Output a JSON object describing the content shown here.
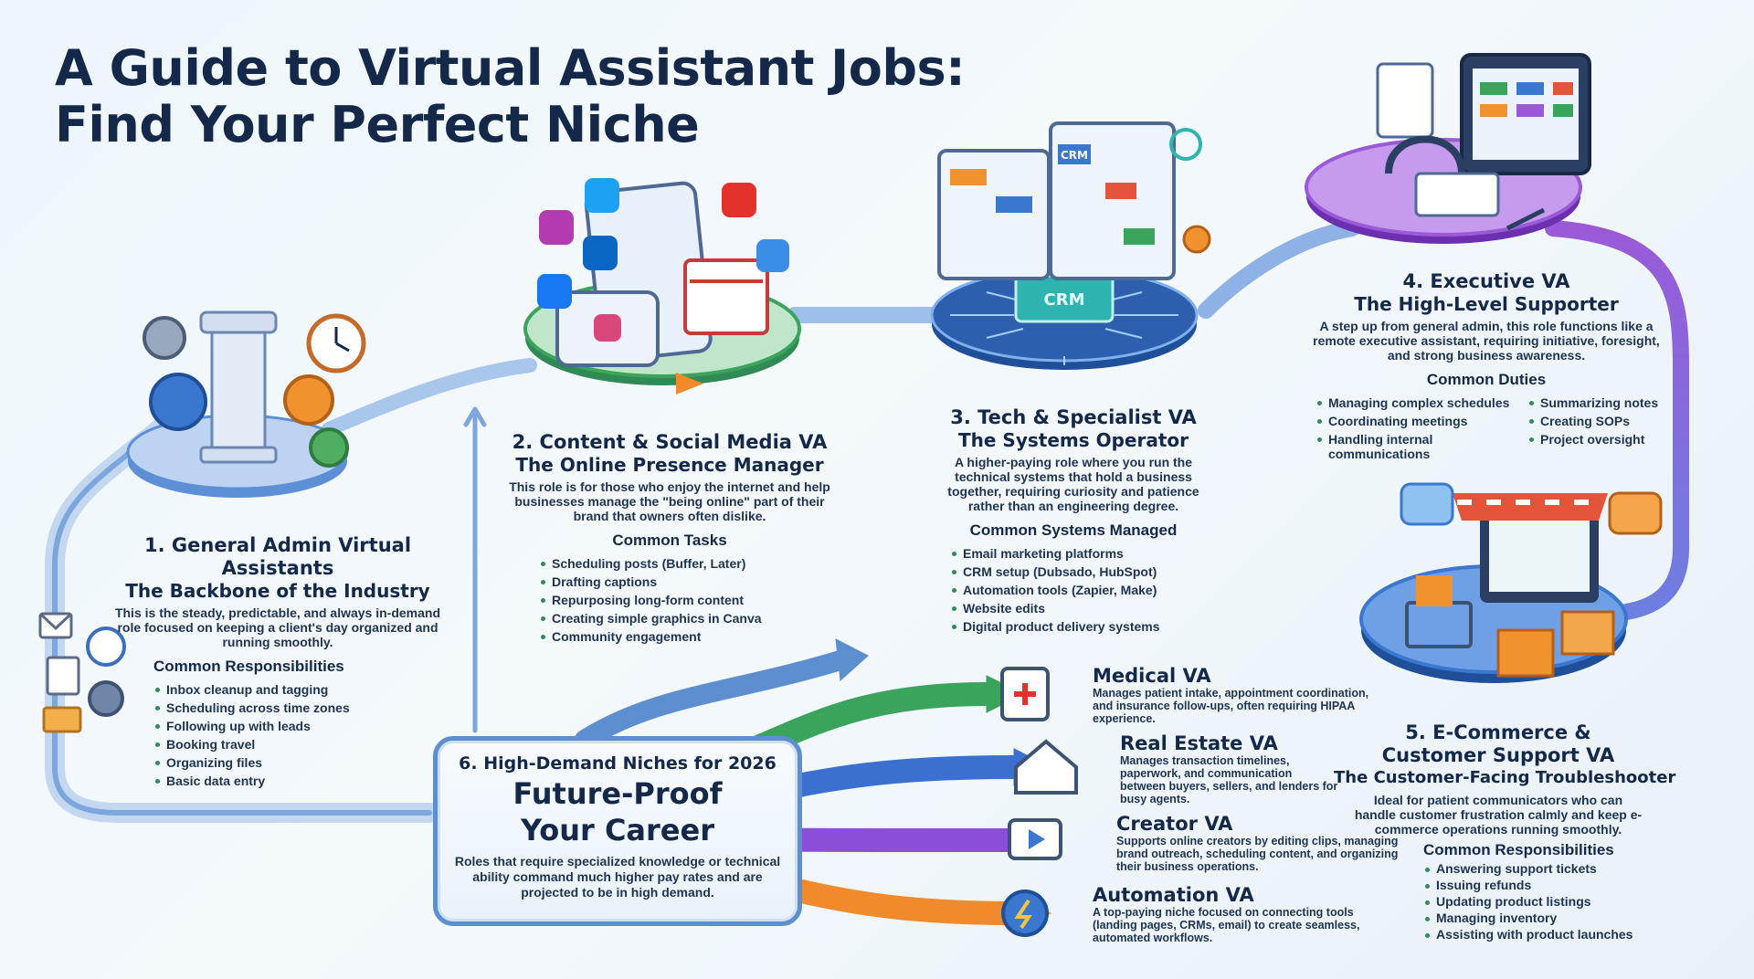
{
  "title": {
    "line1": "A Guide to Virtual Assistant Jobs:",
    "line2": "Find Your Perfect Niche"
  },
  "sections": {
    "general": {
      "heading": "1. General Admin Virtual Assistants",
      "subtitle": "The Backbone of the Industry",
      "description": "This is the steady, predictable, and always in-demand role focused on keeping a client's day organized and running smoothly.",
      "list_heading": "Common Responsibilities",
      "items": [
        "Inbox cleanup and tagging",
        "Scheduling across time zones",
        "Following up with leads",
        "Booking travel",
        "Organizing files",
        "Basic data entry"
      ]
    },
    "content": {
      "heading": "2. Content & Social Media VA",
      "subtitle": "The Online Presence Manager",
      "description": "This role is for those who enjoy the internet and help businesses manage the \"being online\" part of their brand that owners often dislike.",
      "list_heading": "Common Tasks",
      "items": [
        "Scheduling posts (Buffer, Later)",
        "Drafting captions",
        "Repurposing long-form content",
        "Creating simple graphics in Canva",
        "Community engagement"
      ]
    },
    "tech": {
      "heading": "3. Tech & Specialist VA",
      "subtitle": "The Systems Operator",
      "description": "A higher-paying role where you run the technical systems that hold a business together, requiring curiosity and patience rather than an engineering degree.",
      "list_heading": "Common Systems Managed",
      "items": [
        "Email marketing platforms",
        "CRM setup (Dubsado, HubSpot)",
        "Automation tools (Zapier, Make)",
        "Website edits",
        "Digital product delivery systems"
      ]
    },
    "executive": {
      "heading": "4. Executive VA",
      "subtitle": "The High-Level Supporter",
      "description": "A step up from general admin, this role functions like a remote executive assistant, requiring initiative, foresight, and strong business awareness.",
      "list_heading": "Common Duties",
      "items_left": [
        "Managing complex schedules",
        "Coordinating meetings",
        "Handling internal communications"
      ],
      "items_right": [
        "Summarizing notes",
        "Creating SOPs",
        "Project oversight"
      ]
    },
    "ecommerce": {
      "heading": "5. E-Commerce & Customer Support VA",
      "subtitle": "The Customer-Facing Troubleshooter",
      "description": "Ideal for patient communicators who can handle customer frustration calmly and keep e-commerce operations running smoothly.",
      "list_heading": "Common Responsibilities",
      "items": [
        "Answering support tickets",
        "Issuing refunds",
        "Updating product listings",
        "Managing inventory",
        "Assisting with product launches"
      ]
    },
    "future": {
      "kicker": "6. High-Demand Niches for 2026",
      "headline_line1": "Future-Proof",
      "headline_line2": "Your Career",
      "description": "Roles that require specialized knowledge or technical ability command much higher pay rates and are projected to be in high demand."
    }
  },
  "niches": [
    {
      "title": "Medical VA",
      "description": "Manages patient intake, appointment coordination, and insurance follow-ups, often requiring HIPAA experience.",
      "color": "#3aa35c",
      "icon": "medical-clipboard-icon"
    },
    {
      "title": "Real Estate VA",
      "description": "Manages transaction timelines, paperwork, and communication between buyers, sellers, and lenders for busy agents.",
      "color": "#3b6fd0",
      "icon": "house-icon"
    },
    {
      "title": "Creator VA",
      "description": "Supports online creators by editing clips, managing brand outreach, scheduling content, and organizing their business operations.",
      "color": "#8a4fd6",
      "icon": "video-play-icon"
    },
    {
      "title": "Automation VA",
      "description": "A top-paying niche focused on connecting tools (landing pages, CRMs, email) to create seamless, automated workflows.",
      "color": "#f08a2c",
      "icon": "gear-bolt-icon"
    }
  ],
  "icon_labels": {
    "crm_window": "CRM",
    "crm_chip": "CRM"
  },
  "colors": {
    "title": "#14284a",
    "path": "#5b8fd6",
    "platform_blue": "#4e86d4",
    "platform_green": "#4ab56b",
    "platform_purple": "#9a5ad8"
  }
}
